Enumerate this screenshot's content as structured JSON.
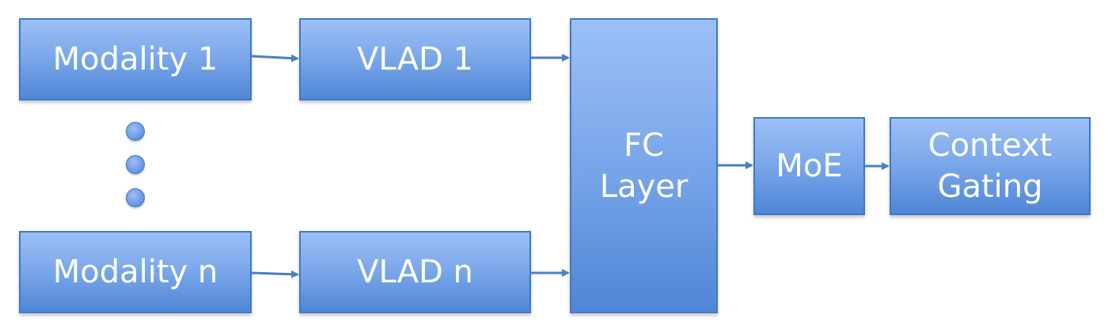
{
  "diagram": {
    "nodes": {
      "modality_1": "Modality 1",
      "vlad_1": "VLAD 1",
      "modality_n": "Modality n",
      "vlad_n": "VLAD n",
      "fc_layer": "FC\nLayer",
      "moe": "MoE",
      "context_gating": "Context\nGating"
    },
    "edges": [
      {
        "from": "modality_1",
        "to": "vlad_1"
      },
      {
        "from": "modality_n",
        "to": "vlad_n"
      },
      {
        "from": "vlad_1",
        "to": "fc_layer"
      },
      {
        "from": "vlad_n",
        "to": "fc_layer"
      },
      {
        "from": "fc_layer",
        "to": "moe"
      },
      {
        "from": "moe",
        "to": "context_gating"
      }
    ],
    "colors": {
      "box_fill_top": "#9dbff7",
      "box_fill_bottom": "#4f86d6",
      "box_border": "#3f79c4",
      "arrow": "#4a7fc6",
      "text": "#ffffff"
    }
  }
}
